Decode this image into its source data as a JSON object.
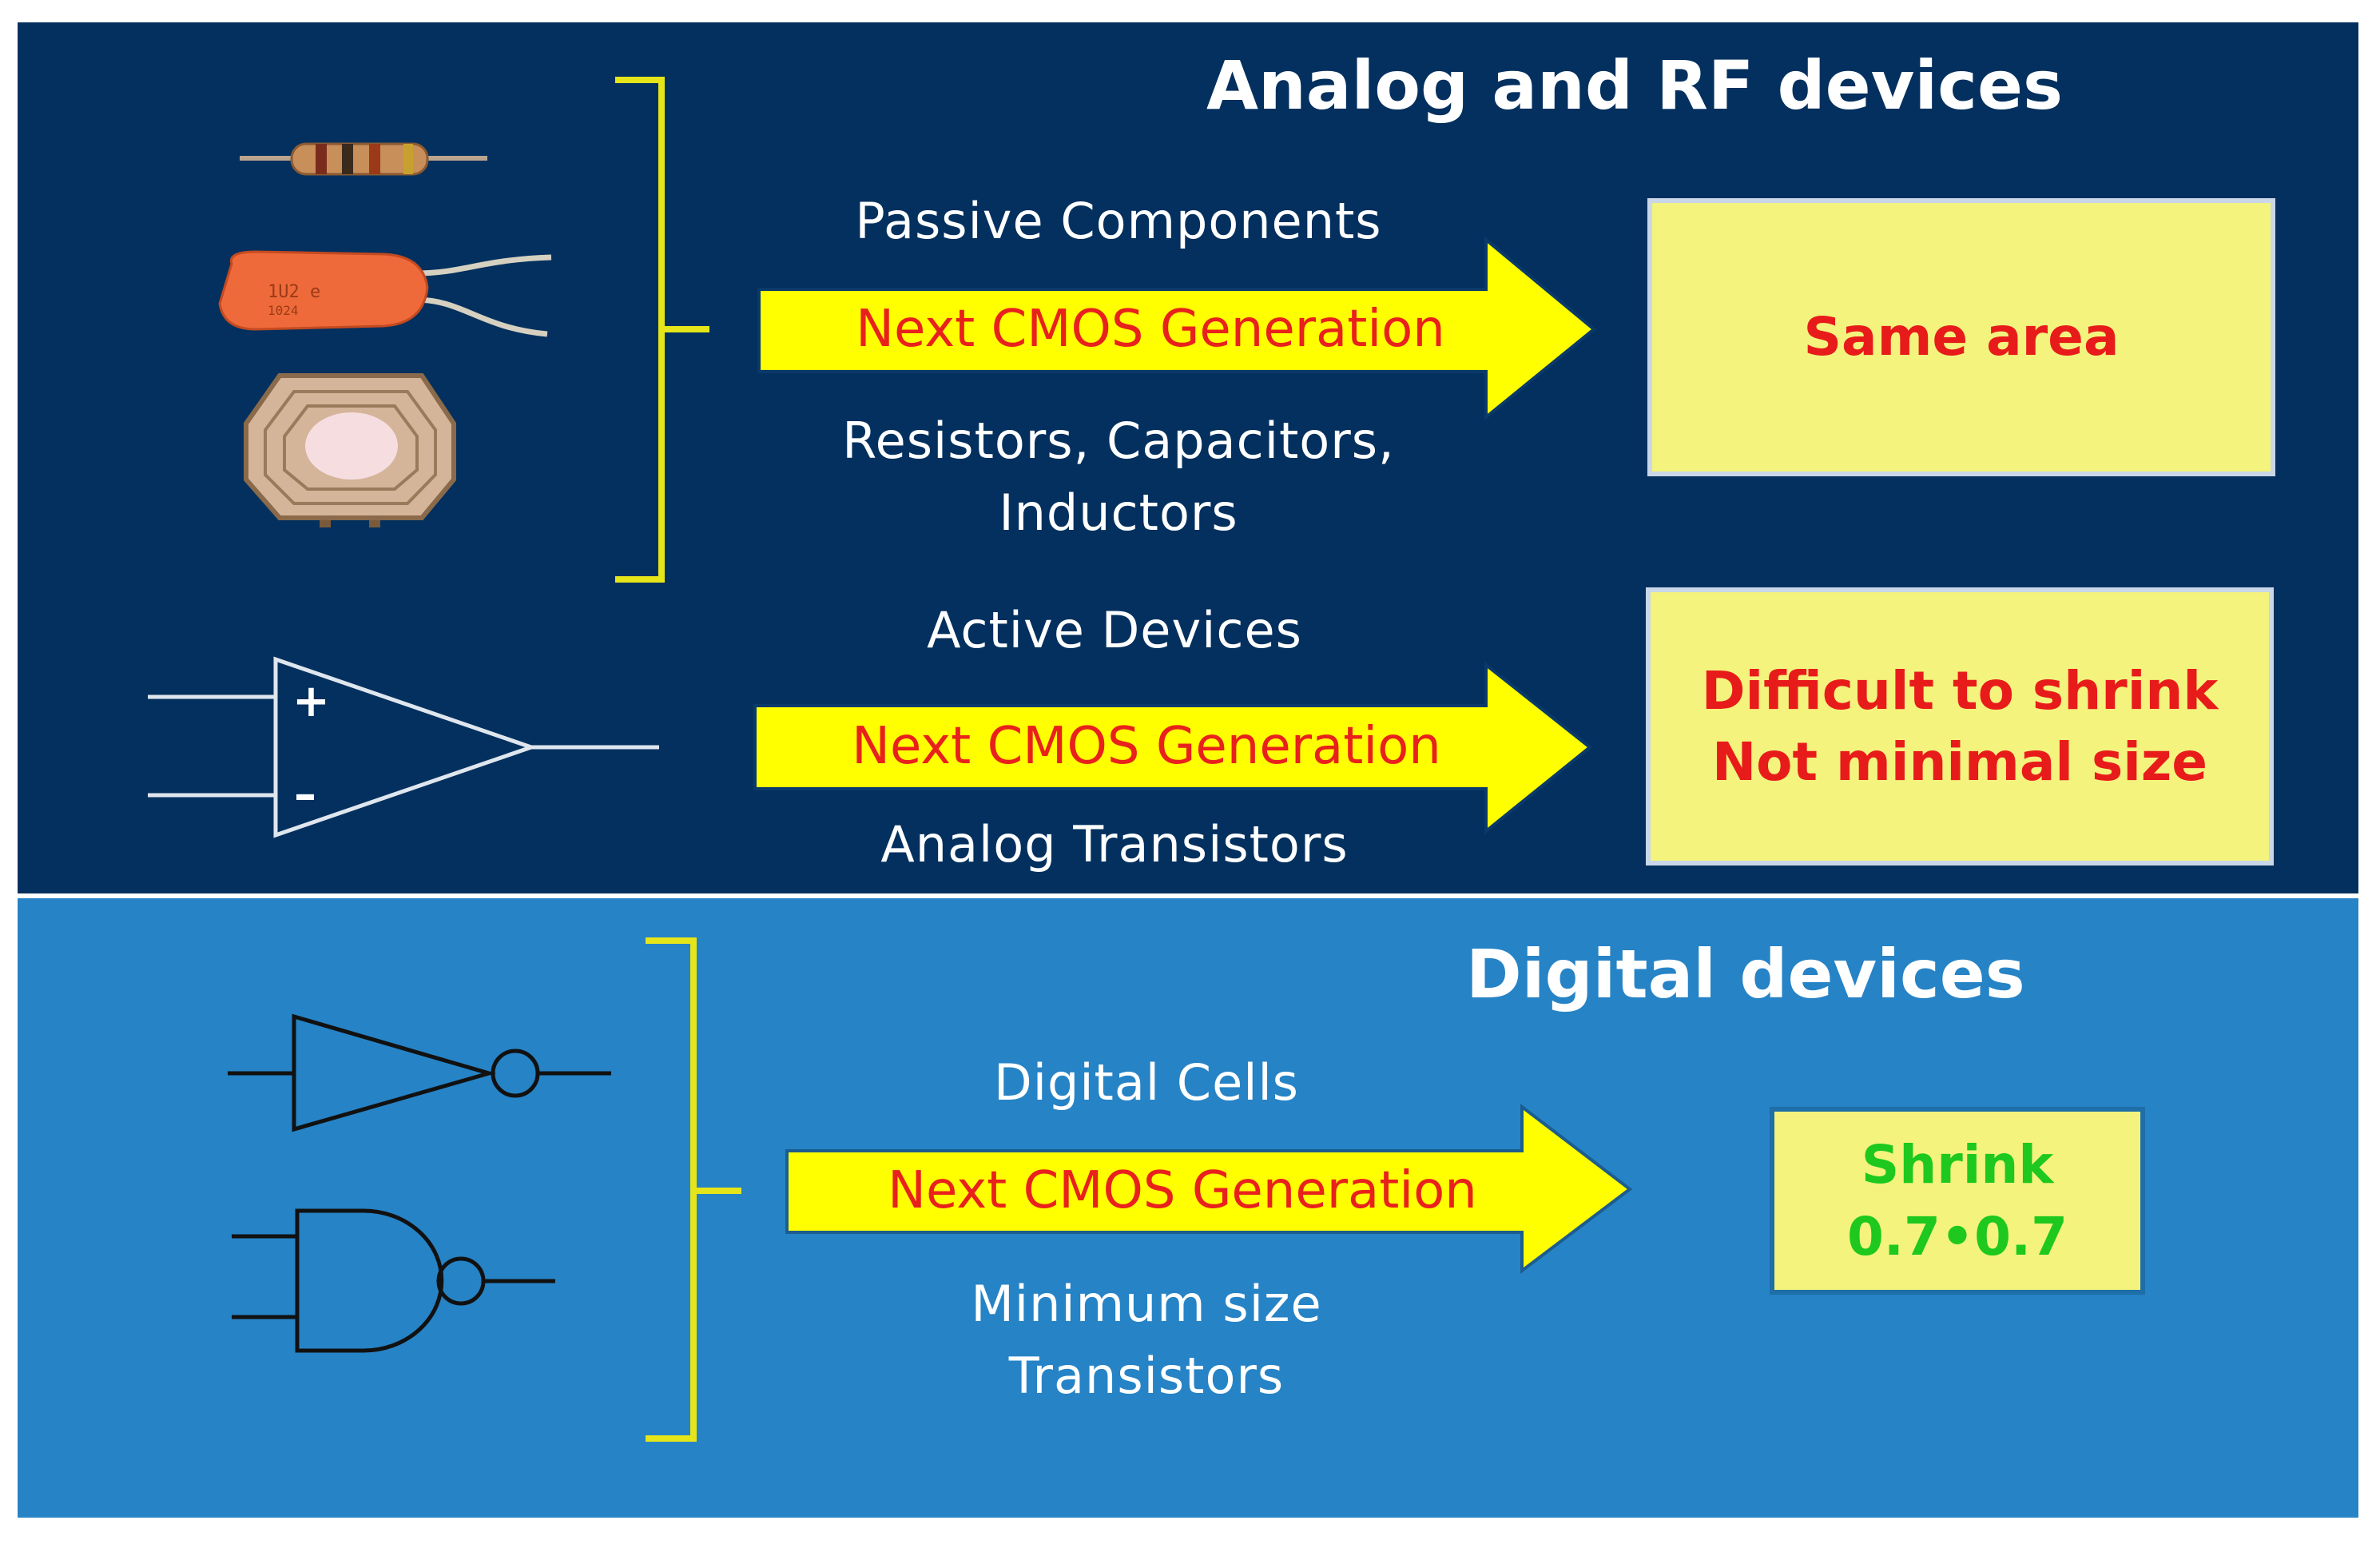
{
  "analog": {
    "title": "Analog and RF devices",
    "passive": {
      "label": "Passive Components",
      "arrow": "Next CMOS Generation",
      "sublabel_line1": "Resistors, Capacitors,",
      "sublabel_line2": "Inductors",
      "result": "Same area"
    },
    "active": {
      "label": "Active Devices",
      "arrow": "Next CMOS Generation",
      "sublabel": "Analog Transistors",
      "result_line1": "Difficult to shrink",
      "result_line2": "Not minimal size",
      "opamp_plus": "+",
      "opamp_minus": "–"
    }
  },
  "digital": {
    "title": "Digital devices",
    "label": "Digital Cells",
    "arrow": "Next CMOS Generation",
    "sublabel_line1": "Minimum size",
    "sublabel_line2": "Transistors",
    "result_line1": "Shrink",
    "result_line2": "0.7•0.7"
  },
  "colors": {
    "analog_bg": "#03305e",
    "digital_bg": "#2683c6",
    "arrow_fill": "#ffff00",
    "result_box": "#f3f37d",
    "red_text": "#e81b1b",
    "green_text": "#1ec81e",
    "bracket": "#e5e51a"
  },
  "icons": [
    "resistor-icon",
    "capacitor-icon",
    "inductor-icon",
    "opamp-icon",
    "inverter-gate-icon",
    "nand-gate-icon"
  ]
}
